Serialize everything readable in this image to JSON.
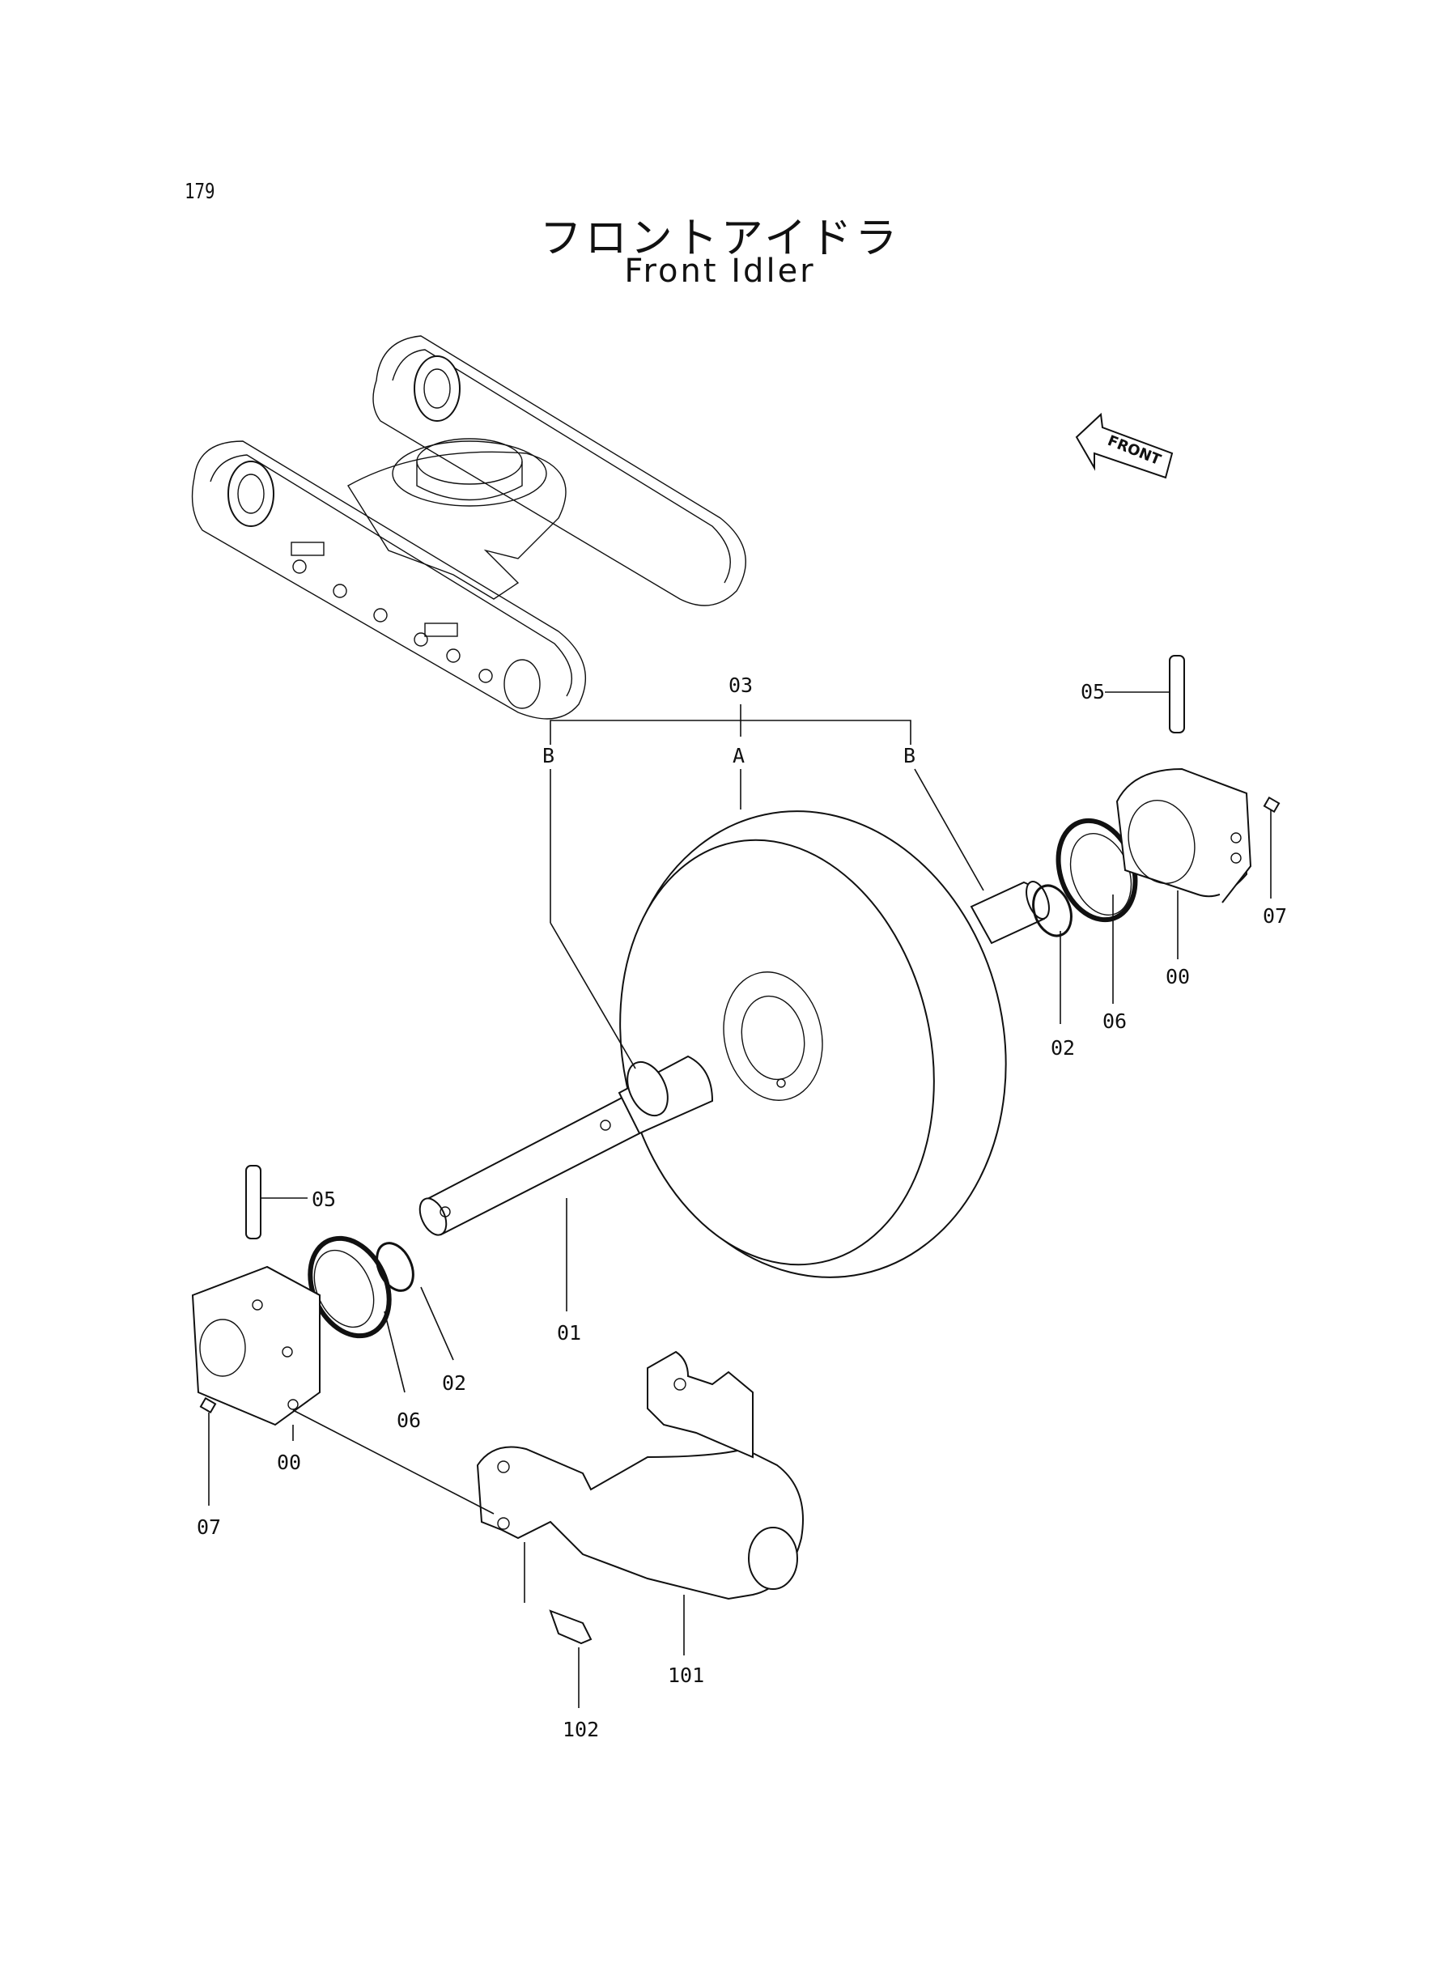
{
  "page_number": "179",
  "title_jp": "フロントアイドラ",
  "title_en": "Front Idler",
  "front_arrow_label": "FRONT",
  "callouts": {
    "c03": "03",
    "cA": "A",
    "cB_left": "B",
    "cB_right": "B",
    "c05_top": "05",
    "c07_right": "07",
    "c00_right": "00",
    "c06_right": "06",
    "c02_right": "02",
    "c05_left": "05",
    "c01": "01",
    "c02_left": "02",
    "c06_left": "06",
    "c00_left": "00",
    "c07_left": "07",
    "c101": "101",
    "c102": "102"
  }
}
